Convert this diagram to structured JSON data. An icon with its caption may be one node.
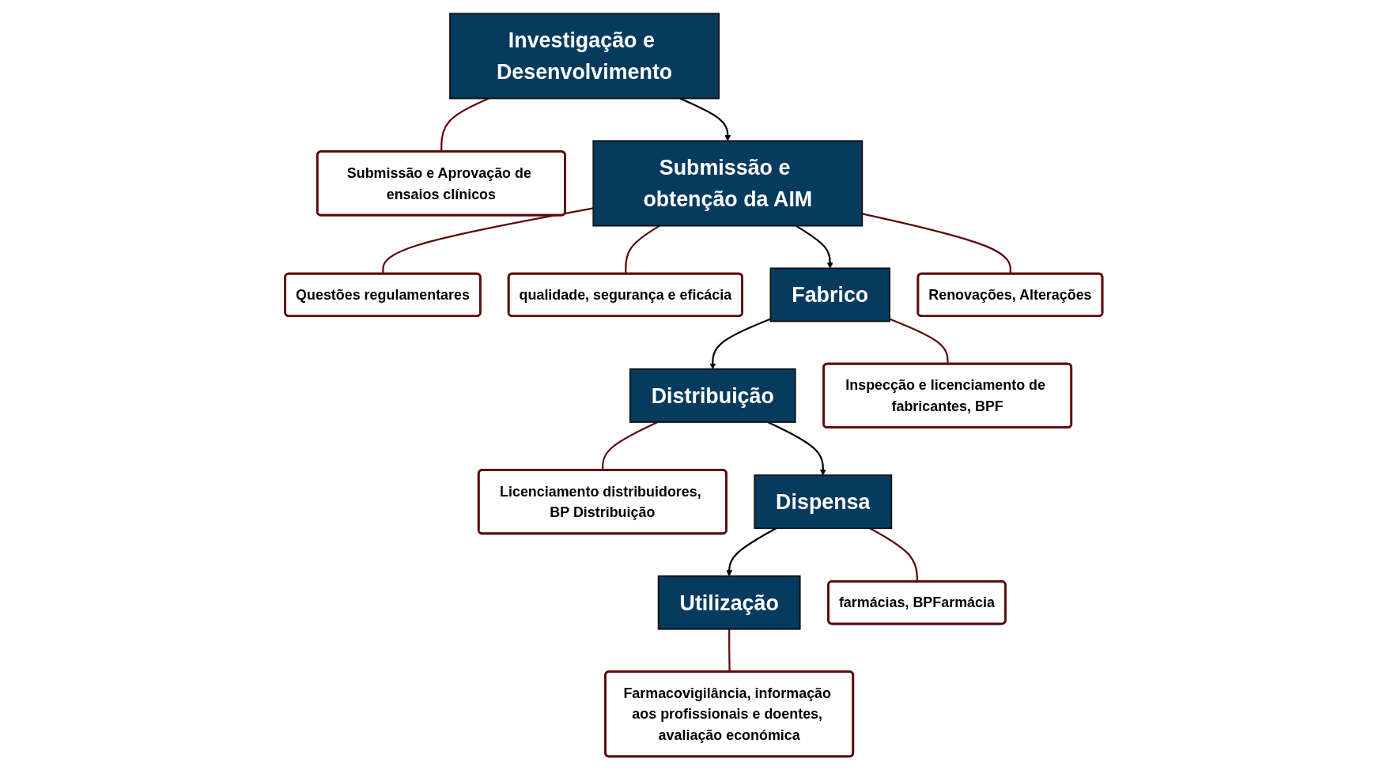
{
  "diagram": {
    "nodes": [
      {
        "text": [
          "Investigação e Desenvolvimento"
        ]
      },
      {
        "text": [
          "Submissão e Aprovação de ensaios clínicos"
        ]
      },
      {
        "text": [
          "Questões regulamentares"
        ]
      },
      {
        "text": [
          "qualidade, segurança e eficácia"
        ]
      },
      {
        "text": [
          "Submissão e obtenção da AIM"
        ]
      },
      {
        "text": [
          "Fabrico"
        ]
      },
      {
        "text": [
          "Distribuição"
        ]
      },
      {
        "text": [
          "Licenciamento distribuidores, BP Distribuição"
        ]
      },
      {
        "text": [
          "Renovações, Alterações"
        ]
      },
      {
        "text": [
          "Inspecção e licenciamento de fabricantes, BPF"
        ]
      },
      {
        "text": [
          "Farmacovigilância, informação aos profissionais e doentes, avaliação económica"
        ]
      },
      {
        "text": [
          "Utilização"
        ]
      },
      {
        "text": [
          "Dispensa"
        ]
      },
      {
        "text": [
          "farmácias, BPFarmácia"
        ]
      }
    ],
    "edges": [
      {
        "from": 0,
        "to": 4,
        "arrow": "to",
        "color": "#000000"
      },
      {
        "from": 4,
        "to": 5,
        "arrow": "to",
        "color": "#000000"
      },
      {
        "from": 5,
        "to": 6,
        "arrow": "to",
        "color": "#000000"
      },
      {
        "from": 6,
        "to": 12,
        "arrow": "to",
        "color": "#000000"
      },
      {
        "from": 12,
        "to": 11,
        "arrow": "to",
        "color": "#000000"
      },
      {
        "from": 1,
        "to": 0,
        "arrow": "none",
        "color": "#5c0a0a"
      },
      {
        "from": 2,
        "to": 4,
        "arrow": "none",
        "color": "#5c0a0a"
      },
      {
        "from": 3,
        "to": 4,
        "arrow": "none",
        "color": "#5c0a0a"
      },
      {
        "from": 8,
        "to": 4,
        "arrow": "none",
        "color": "#5c0a0a"
      },
      {
        "from": 7,
        "to": 6,
        "arrow": "none",
        "color": "#5c0a0a"
      },
      {
        "from": 9,
        "to": 5,
        "arrow": "none",
        "color": "#5c0a0a"
      },
      {
        "from": 10,
        "to": 11,
        "arrow": "none",
        "color": "#5c0a0a"
      },
      {
        "from": 13,
        "to": 12,
        "arrow": "none",
        "color": "#5c0a0a"
      }
    ]
  }
}
